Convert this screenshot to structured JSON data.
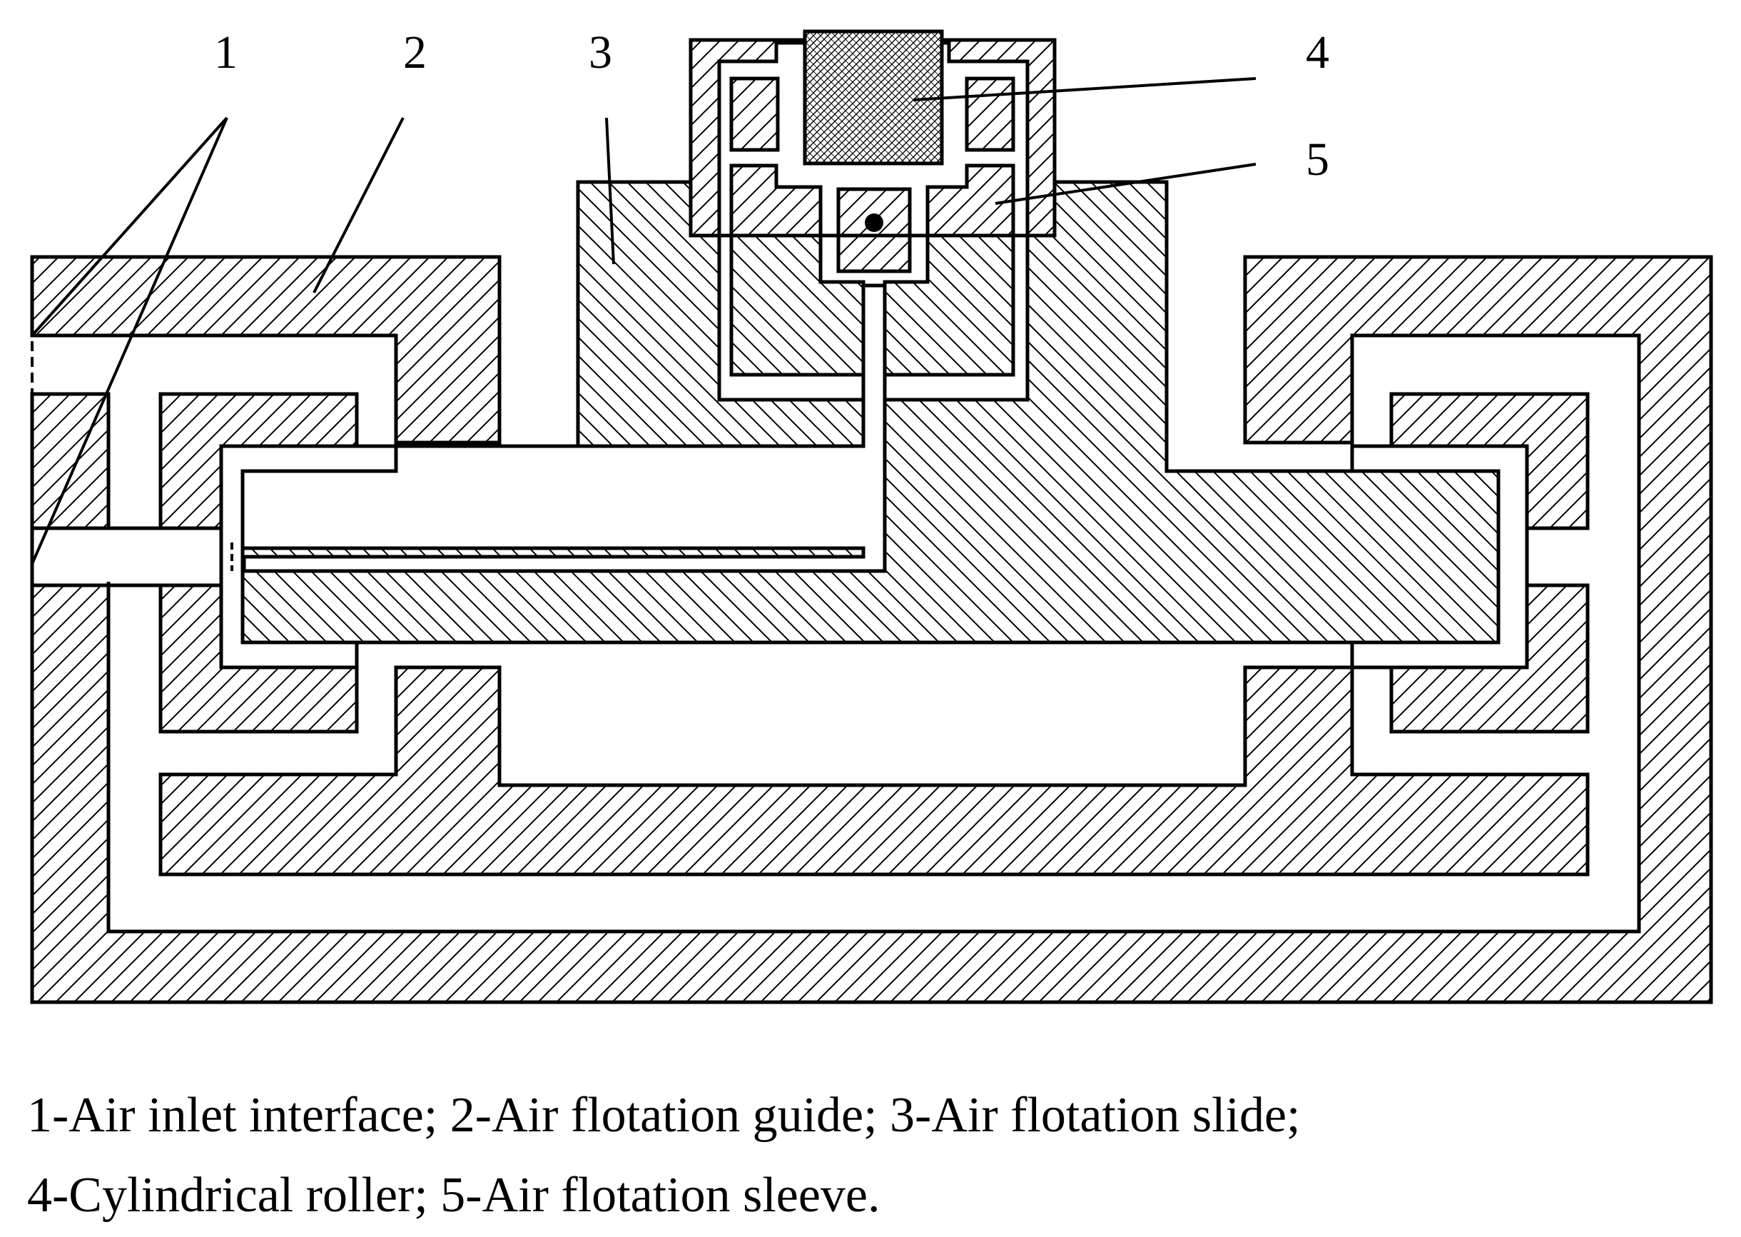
{
  "callouts": {
    "c1": "1",
    "c2": "2",
    "c3": "3",
    "c4": "4",
    "c5": "5"
  },
  "caption": {
    "line1": "1-Air inlet interface; 2-Air flotation guide; 3-Air flotation slide;",
    "line2": "4-Cylindrical roller; 5-Air flotation sleeve."
  },
  "colors": {
    "stroke": "#000000",
    "background": "#ffffff"
  }
}
